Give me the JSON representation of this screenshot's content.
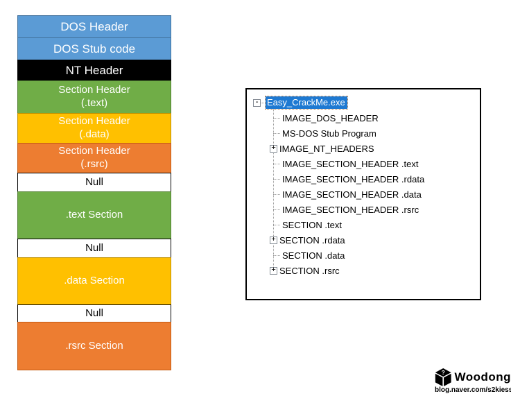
{
  "diagram": {
    "blocks": [
      {
        "label": "DOS Header",
        "sublabel": ""
      },
      {
        "label": "DOS Stub code",
        "sublabel": ""
      },
      {
        "label": "NT Header",
        "sublabel": ""
      },
      {
        "label": "Section Header",
        "sublabel": "(.text)"
      },
      {
        "label": "Section Header",
        "sublabel": "(.data)"
      },
      {
        "label": "Section Header",
        "sublabel": "(.rsrc)"
      },
      {
        "label": "Null",
        "sublabel": ""
      },
      {
        "label": ".text Section",
        "sublabel": ""
      },
      {
        "label": "Null",
        "sublabel": ""
      },
      {
        "label": ".data Section",
        "sublabel": ""
      },
      {
        "label": "Null",
        "sublabel": ""
      },
      {
        "label": ".rsrc Section",
        "sublabel": ""
      }
    ],
    "colors": {
      "blue": "#5B9BD5",
      "blue_border": "#41719C",
      "black": "#000000",
      "green": "#70AD47",
      "green_border": "#507E32",
      "yellow": "#FFC000",
      "yellow_border": "#BF9000",
      "orange": "#ED7D31",
      "orange_border": "#C55A11",
      "null_fill": "#FFFFFF"
    }
  },
  "tree": {
    "selection_color": "#1E79D2",
    "items": [
      {
        "label": "Easy_CrackMe.exe",
        "expander": "-",
        "selected": true
      },
      {
        "label": "IMAGE_DOS_HEADER",
        "expander": ""
      },
      {
        "label": "MS-DOS Stub Program",
        "expander": ""
      },
      {
        "label": "IMAGE_NT_HEADERS",
        "expander": "+"
      },
      {
        "label": "IMAGE_SECTION_HEADER .text",
        "expander": ""
      },
      {
        "label": "IMAGE_SECTION_HEADER .rdata",
        "expander": ""
      },
      {
        "label": "IMAGE_SECTION_HEADER .data",
        "expander": ""
      },
      {
        "label": "IMAGE_SECTION_HEADER .rsrc",
        "expander": ""
      },
      {
        "label": "SECTION .text",
        "expander": ""
      },
      {
        "label": "SECTION .rdata",
        "expander": "+"
      },
      {
        "label": "SECTION .data",
        "expander": ""
      },
      {
        "label": "SECTION .rsrc",
        "expander": "+"
      }
    ]
  },
  "watermark": {
    "name": "Woodong",
    "url": "blog.naver.com/s2kiess",
    "question_mark": "?"
  }
}
